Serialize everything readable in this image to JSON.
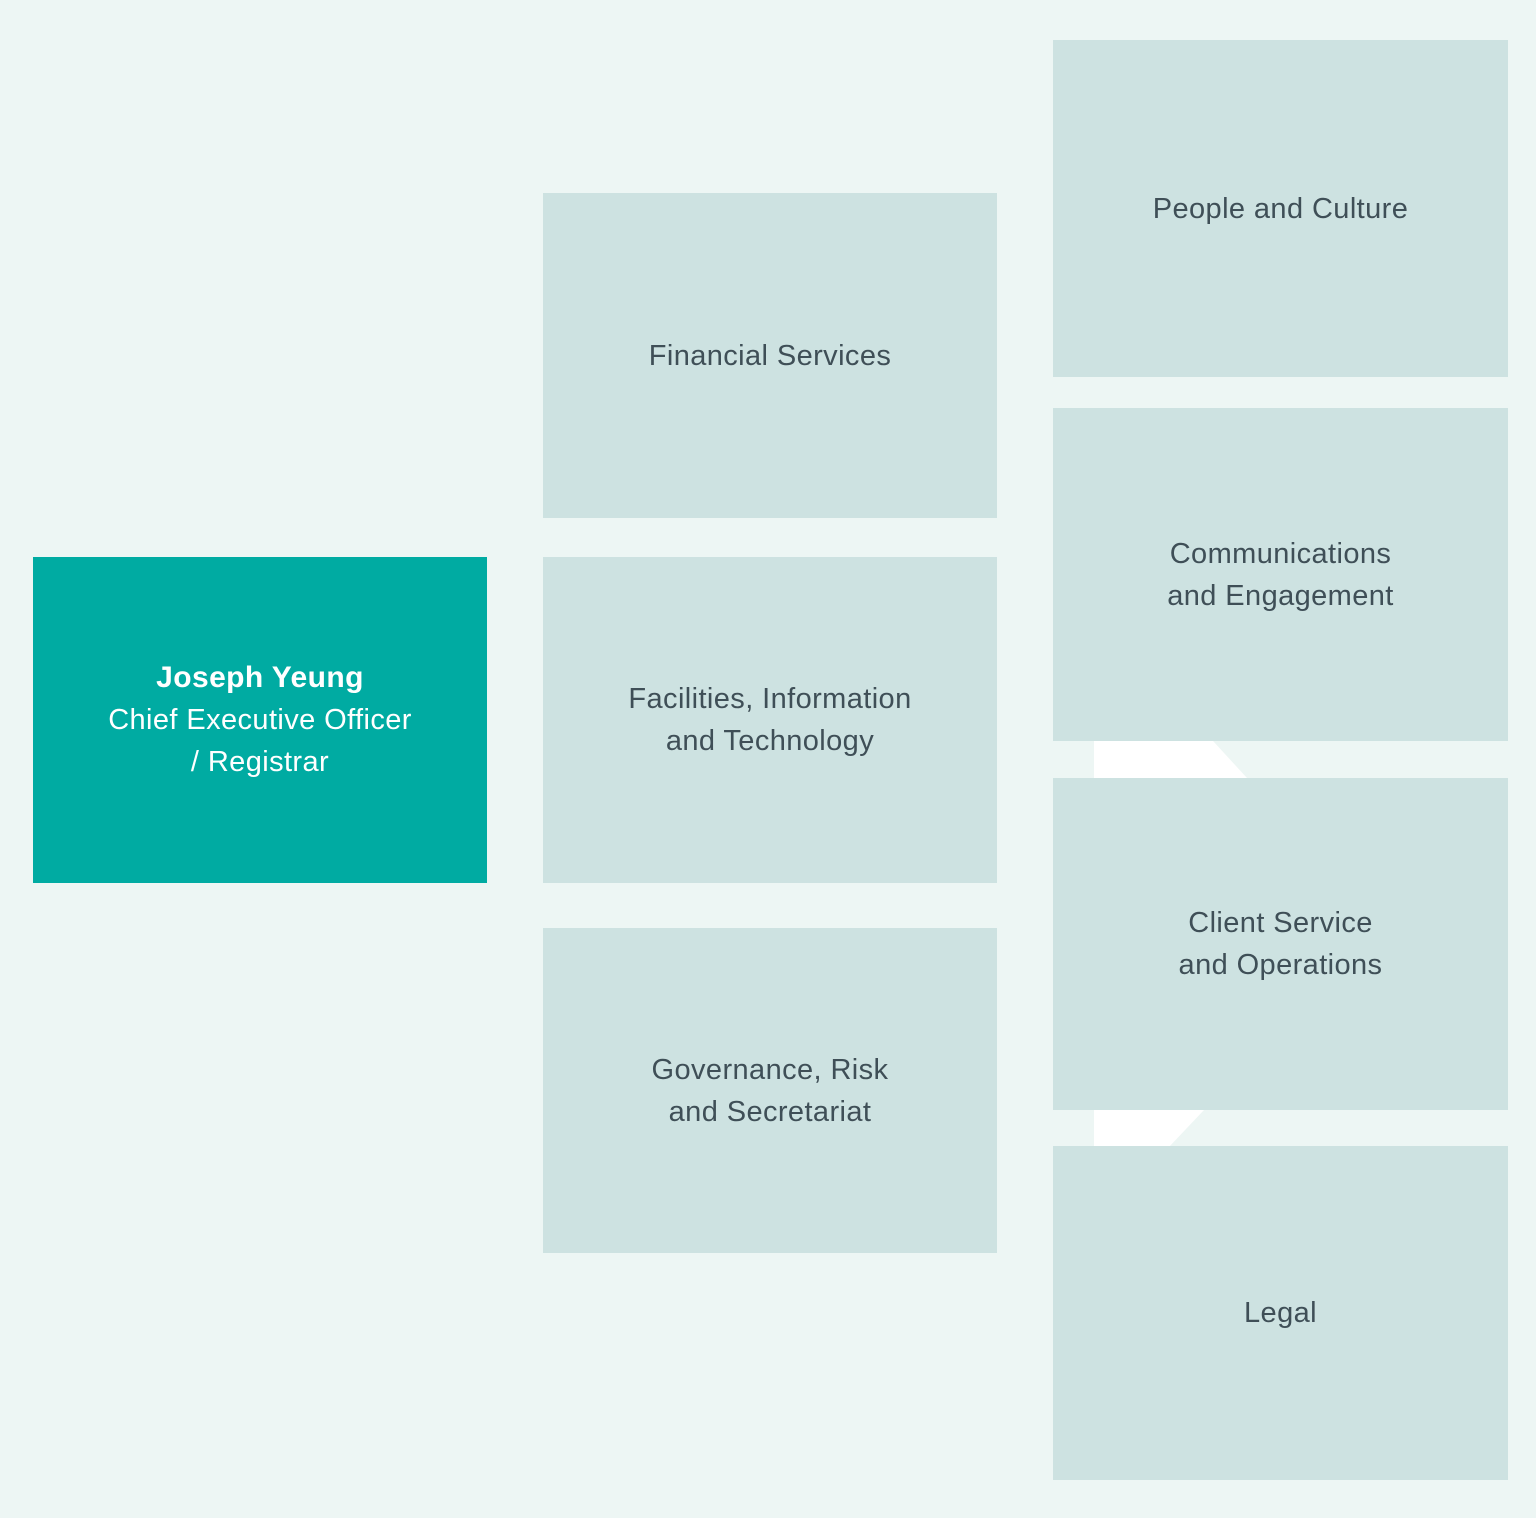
{
  "colors": {
    "bg": "#edf6f4",
    "node": "#cde2e1",
    "accent": "#00aba2",
    "text": "#3f4f57",
    "text_on_accent": "#ffffff",
    "deco": "#ffffff"
  },
  "ceo": {
    "name": "Joseph Yeung",
    "title": "Chief Executive Officer\n/ Registrar"
  },
  "departments": [
    {
      "label": "Financial Services"
    },
    {
      "label": "Facilities, Information\nand Technology"
    },
    {
      "label": "Governance, Risk\nand Secretariat"
    },
    {
      "label": "People and Culture"
    },
    {
      "label": "Communications\nand Engagement"
    },
    {
      "label": "Client Service\nand Operations"
    },
    {
      "label": "Legal"
    }
  ]
}
